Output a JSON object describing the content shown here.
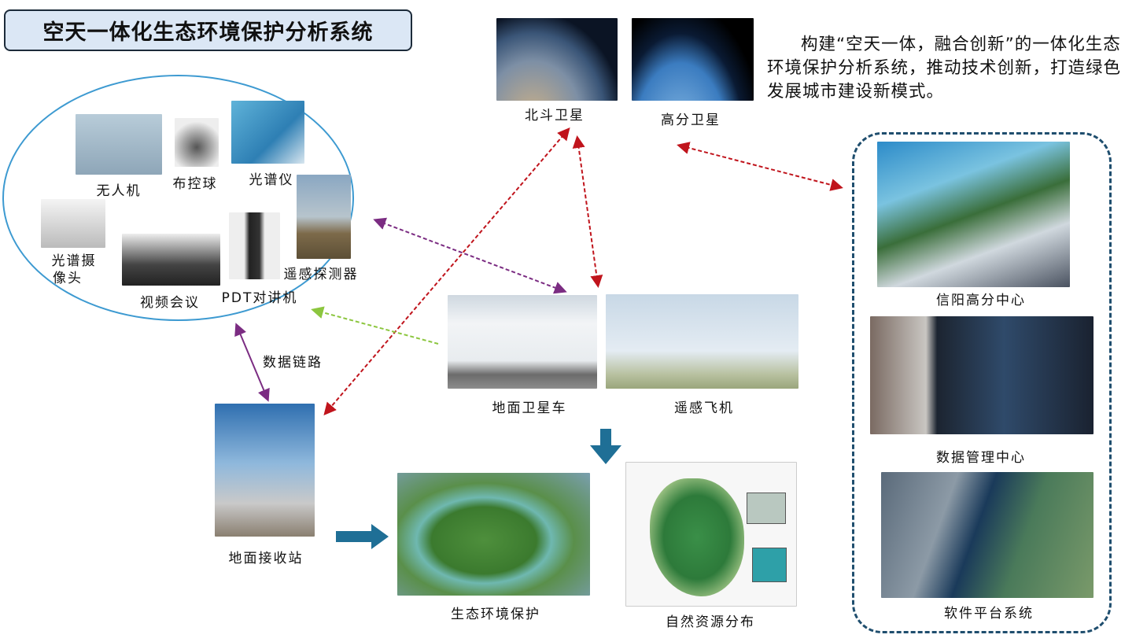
{
  "title": "空天一体化生态环境保护分析系统",
  "intro": "构建“空天一体，融合创新”的一体化生态环境保护分析系统，推动技术创新，打造绿色发展城市建设新模式。",
  "satellites": {
    "beidou": "北斗卫星",
    "gaofen": "高分卫星"
  },
  "ground_devices": {
    "drone": "无人机",
    "ball_camera": "布控球",
    "spectrometer": "光谱仪",
    "spectral_camera_1": "光谱摄",
    "spectral_camera_2": "像头",
    "video_conference": "视频会议",
    "pdt_radio": "PDT对讲机",
    "remote_detector": "遥感探测器"
  },
  "data_link": "数据链路",
  "vehicles": {
    "truck": "地面卫星车",
    "plane": "遥感飞机"
  },
  "ground_station": "地面接收站",
  "outputs": {
    "ecology": "生态环境保护",
    "resources": "自然资源分布"
  },
  "centers": {
    "xinyang": "信阳高分中心",
    "data_center": "数据管理中心",
    "software": "软件平台系统"
  },
  "colors": {
    "red_link": "#c0141c",
    "purple_link": "#7b2c82",
    "green_link": "#8cc63f",
    "arrow_blue": "#1f6f96",
    "ellipse": "#3d9ad1",
    "dashed_box": "#1f4e6e"
  }
}
